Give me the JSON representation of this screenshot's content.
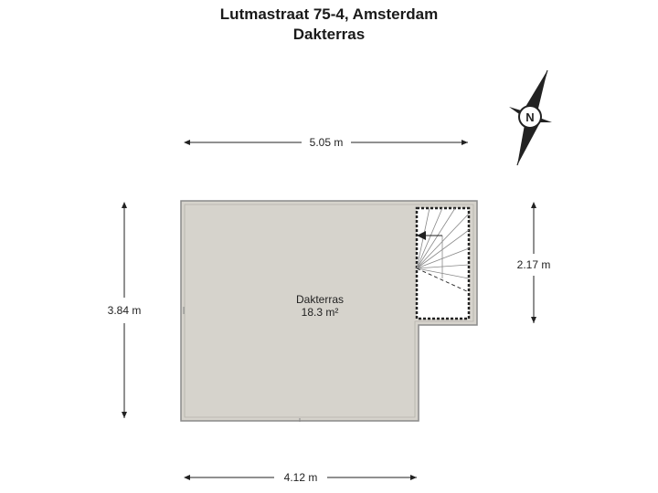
{
  "header": {
    "address": "Lutmastraat 75-4, Amsterdam",
    "floor": "Dakterras"
  },
  "room": {
    "name": "Dakterras",
    "area": "18.3 m²"
  },
  "dimensions": {
    "top_width": "5.05 m",
    "bottom_width": "4.12 m",
    "left_height": "3.84 m",
    "right_height": "2.17 m"
  },
  "compass": {
    "label": "N"
  },
  "colors": {
    "floor_fill": "#d6d3cc",
    "wall": "#8a8a8a",
    "line": "#222222"
  }
}
